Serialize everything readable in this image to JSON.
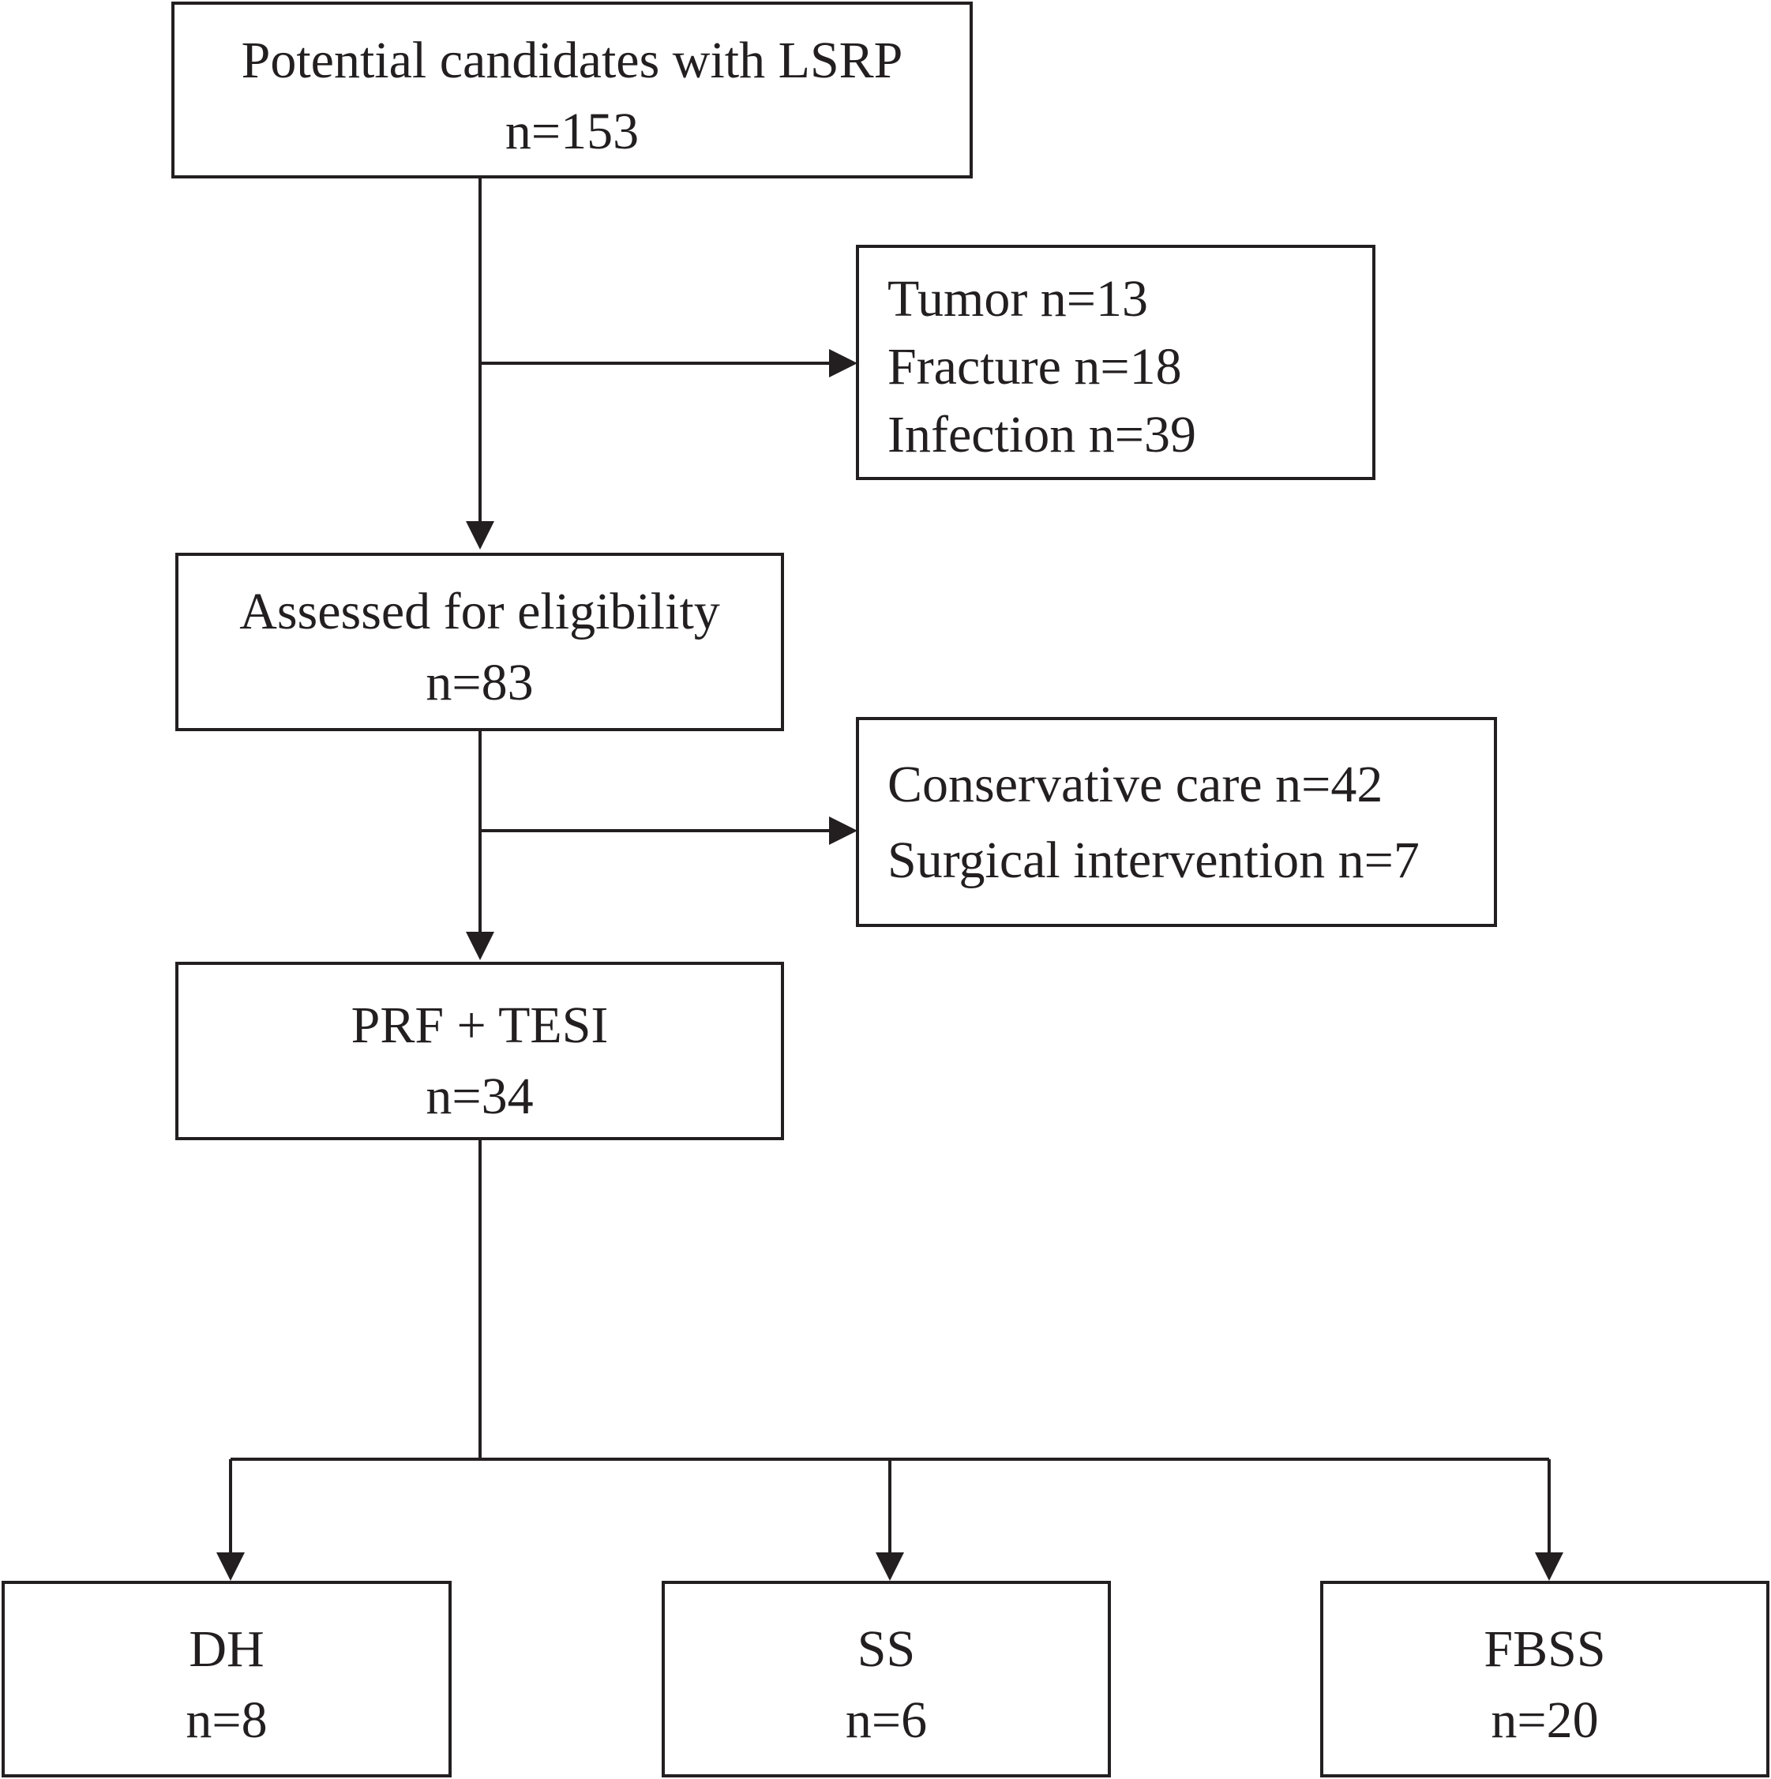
{
  "boxes": {
    "potential": {
      "label": "Potential candidates with LSRP",
      "count": "n=153"
    },
    "excluded_first": {
      "lines": [
        "Tumor n=13",
        "Fracture n=18",
        "Infection n=39"
      ]
    },
    "assessed": {
      "label": "Assessed for eligibility",
      "count": "n=83"
    },
    "excluded_second": {
      "lines": [
        "Conservative care n=42",
        "Surgical intervention n=7"
      ]
    },
    "treatment": {
      "label": "PRF + TESI",
      "count": "n=34"
    },
    "groups": [
      {
        "label": "DH",
        "count": "n=8"
      },
      {
        "label": "SS",
        "count": "n=6"
      },
      {
        "label": "FBSS",
        "count": "n=20"
      }
    ]
  },
  "colors": {
    "line": "#231f20",
    "background": "#ffffff"
  }
}
